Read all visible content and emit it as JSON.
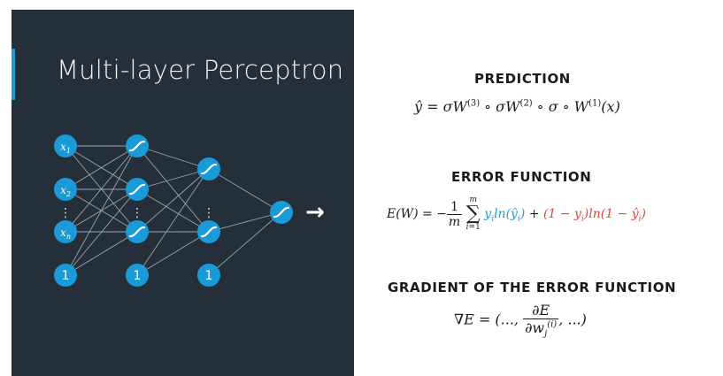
{
  "slide": {
    "title": "Multi-layer Perceptron"
  },
  "network": {
    "inputs": [
      "x1",
      "x2",
      "xn"
    ],
    "bias_label": "1",
    "ellipsis": "⋮",
    "output_arrow": "→"
  },
  "sections": {
    "prediction": {
      "title": "PREDICTION",
      "equation": "ŷ = σW(3) ∘ σW(2) ∘ σ ∘ W(1)(x)"
    },
    "error": {
      "title": "ERROR FUNCTION",
      "equation": "E(W) = −1/m ∑ i=1..m yi ln(ŷi) + (1 − yi) ln(1 − ŷi)"
    },
    "gradient": {
      "title": "GRADIENT OF THE ERROR FUNCTION",
      "equation": "∇E = (..., ∂E/∂wj(i), ...)"
    }
  },
  "colors": {
    "panel": "#252f3a",
    "accent": "#1b9ad8",
    "node": "#1b9ad8",
    "edge": "#9aa4ad",
    "blue_term": "#1e9cd7",
    "red_term": "#e2463c"
  }
}
